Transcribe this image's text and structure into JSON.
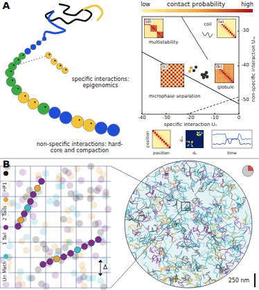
{
  "diagram": {
    "nodes": [
      {
        "text": [
          "(d)"
        ]
      },
      {
        "text": [
          "(a)"
        ]
      },
      {
        "text": [
          "(c)"
        ]
      },
      {
        "text": [
          "(b)"
        ]
      }
    ],
    "labels": [
      "A",
      "specific interactions: epigenomics",
      "non-specific interactions: hard-core and compaction",
      "low",
      "contact probability",
      "high",
      "-30",
      "-40",
      "-50",
      "non-specific interaction Uₙₛ",
      "multistability",
      "coil",
      "microphase separation",
      "globule",
      "-40",
      "-30",
      "-20",
      "-10",
      "0",
      "specific interaction Uₛ",
      "position",
      "position",
      "dₛ",
      "dₙₛ",
      "time",
      "B",
      "Δ",
      "250 nm"
    ],
    "legend": [
      {
        "text": "HP1",
        "color": "#1a1a1a"
      },
      {
        "text": "2 Tails",
        "color": "#d9a441"
      },
      {
        "text": "1 Tail",
        "color": "#7b2d8e"
      },
      {
        "text": "Un Meth",
        "color": "#3fb6c9"
      }
    ]
  }
}
